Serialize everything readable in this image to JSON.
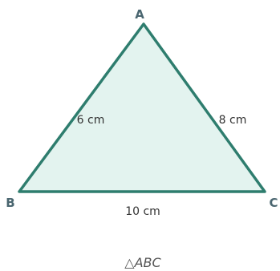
{
  "vertices": {
    "a": "A",
    "b": "B",
    "c": "C"
  },
  "sides": {
    "ab": "6 cm",
    "ac": "8 cm",
    "bc": "10 cm"
  },
  "caption": "△ABC",
  "colors": {
    "stroke": "#2e7d6e",
    "fill": "#e3f3ef",
    "vertex_text": "#4a6670",
    "side_text": "#333333",
    "caption_text": "#555555"
  }
}
